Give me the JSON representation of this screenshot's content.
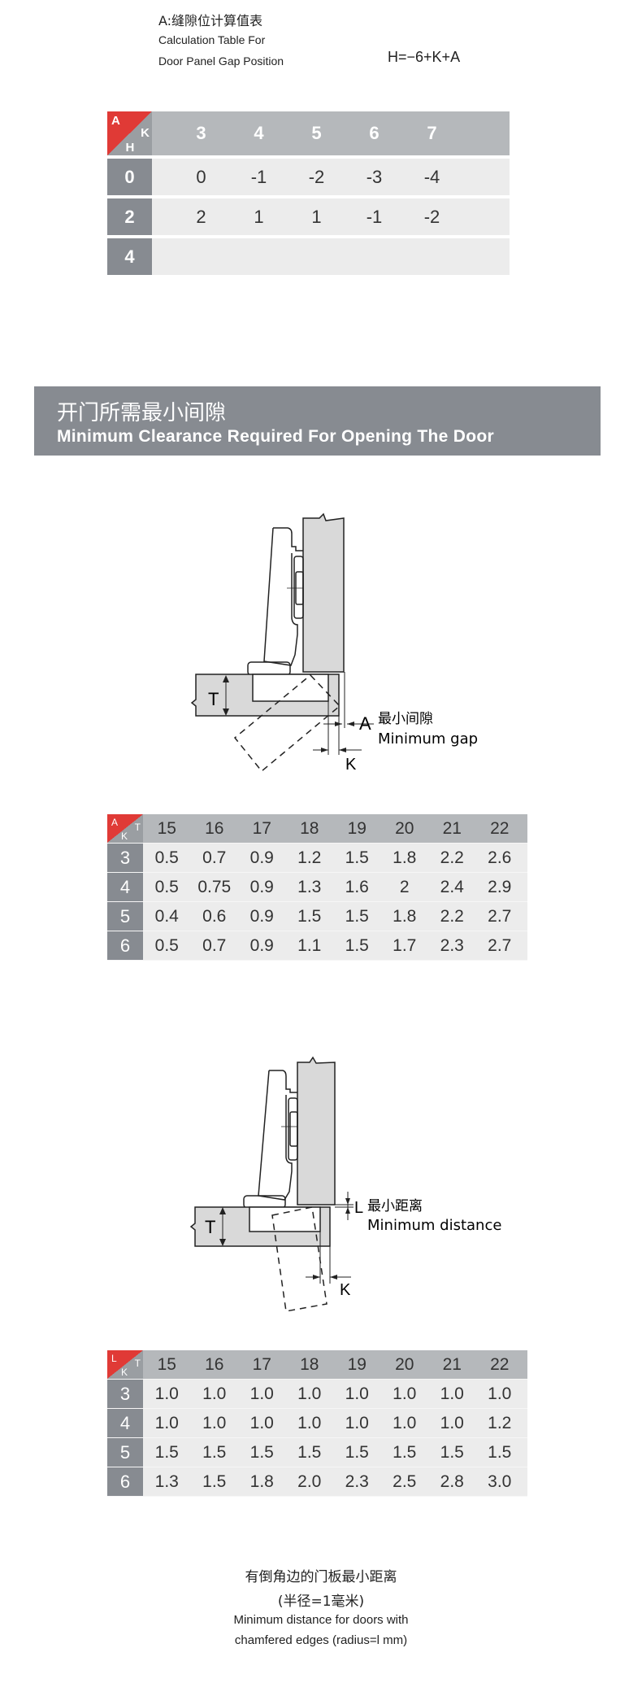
{
  "header": {
    "title_cn": "A:缝隙位计算值表",
    "title_en_line1": "Calculation Table For",
    "title_en_line2": "Door Panel Gap Position",
    "formula": "H=−6+K+A"
  },
  "table1": {
    "corner": {
      "top": "A",
      "right": "K",
      "bottom": "H"
    },
    "columns": [
      "3",
      "4",
      "5",
      "6",
      "7"
    ],
    "rows": [
      {
        "head": "0",
        "values": [
          "0",
          "-1",
          "-2",
          "-3",
          "-4"
        ]
      },
      {
        "head": "2",
        "values": [
          "2",
          "1",
          "1",
          "-1",
          "-2"
        ]
      },
      {
        "head": "4",
        "values": [
          "",
          "",
          "",
          "",
          ""
        ]
      }
    ]
  },
  "banner": {
    "title_cn": "开门所需最小间隙",
    "title_en": "Minimum Clearance Required For Opening The Door"
  },
  "diagram1": {
    "t_label": "T",
    "a_label": "A",
    "label_cn": "最小间隙",
    "label_en": "Minimum gap",
    "k_label": "K"
  },
  "table2": {
    "corner": {
      "top": "A",
      "right": "T",
      "bottom": "K"
    },
    "columns": [
      "15",
      "16",
      "17",
      "18",
      "19",
      "20",
      "21",
      "22"
    ],
    "rows": [
      {
        "head": "3",
        "values": [
          "0.5",
          "0.7",
          "0.9",
          "1.2",
          "1.5",
          "1.8",
          "2.2",
          "2.6"
        ]
      },
      {
        "head": "4",
        "values": [
          "0.5",
          "0.75",
          "0.9",
          "1.3",
          "1.6",
          "2",
          "2.4",
          "2.9"
        ]
      },
      {
        "head": "5",
        "values": [
          "0.4",
          "0.6",
          "0.9",
          "1.5",
          "1.5",
          "1.8",
          "2.2",
          "2.7"
        ]
      },
      {
        "head": "6",
        "values": [
          "0.5",
          "0.7",
          "0.9",
          "1.1",
          "1.5",
          "1.7",
          "2.3",
          "2.7"
        ]
      }
    ]
  },
  "diagram2": {
    "t_label": "T",
    "l_label": "L",
    "label_cn": "最小距离",
    "label_en": "Minimum distance",
    "k_label": "K"
  },
  "table3": {
    "corner": {
      "top": "L",
      "right": "T",
      "bottom": "K"
    },
    "columns": [
      "15",
      "16",
      "17",
      "18",
      "19",
      "20",
      "21",
      "22"
    ],
    "rows": [
      {
        "head": "3",
        "values": [
          "1.0",
          "1.0",
          "1.0",
          "1.0",
          "1.0",
          "1.0",
          "1.0",
          "1.0"
        ]
      },
      {
        "head": "4",
        "values": [
          "1.0",
          "1.0",
          "1.0",
          "1.0",
          "1.0",
          "1.0",
          "1.0",
          "1.2"
        ]
      },
      {
        "head": "5",
        "values": [
          "1.5",
          "1.5",
          "1.5",
          "1.5",
          "1.5",
          "1.5",
          "1.5",
          "1.5"
        ]
      },
      {
        "head": "6",
        "values": [
          "1.3",
          "1.5",
          "1.8",
          "2.0",
          "2.3",
          "2.5",
          "2.8",
          "3.0"
        ]
      }
    ]
  },
  "footer": {
    "line1_cn": "有倒角边的门板最小距离",
    "line2_cn": "(半径=1毫米)",
    "line3_en": "Minimum distance for doors with",
    "line4_en": "chamfered edges (radius=l mm)"
  },
  "colors": {
    "accent": "#e03a36",
    "header_gray": "#b5b8bb",
    "rowhead_gray": "#878b91",
    "body_gray": "#ececec"
  }
}
